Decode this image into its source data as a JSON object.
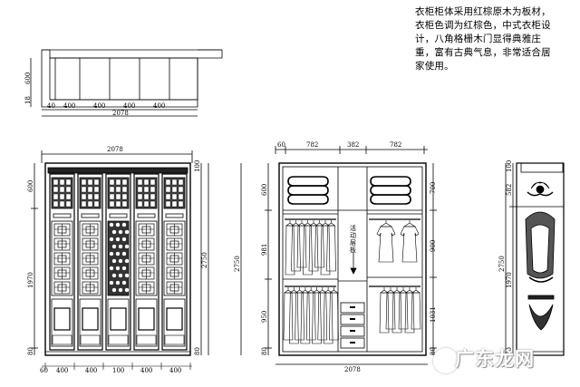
{
  "description_text": "衣柜柜体采用红棕原木为板材，衣柜色调为红棕色，中式衣柜设计，八角格栅木门显得典雅庄重，富有古典气息，非常适合居家使用。",
  "top_view": {
    "width_total": "2078",
    "segments": [
      "40",
      "400",
      "400",
      "400",
      "400"
    ],
    "depth_label": "600",
    "side_label": "18"
  },
  "front_view": {
    "width_total": "2078",
    "height_total": "2750",
    "top_band": "600",
    "door_height": "1970",
    "top_small": "100",
    "bottom_small": "80",
    "bottom_segments": [
      "60",
      "400",
      "400",
      "100",
      "400",
      "400"
    ]
  },
  "interior_view": {
    "top_segments": [
      "60",
      "782",
      "382",
      "782"
    ],
    "width_total": "2078",
    "height_total": "2750",
    "left_heights": [
      "600",
      "981",
      "950",
      "80"
    ],
    "right_heights": [
      "700",
      "900",
      "1031",
      "80"
    ],
    "drawer_label": "活动层板"
  },
  "side_view": {
    "height_total": "2750",
    "top_small": "100",
    "segment_582": "582",
    "door_height": "1970",
    "bottom_small": "80"
  },
  "watermark": "广东龙网"
}
